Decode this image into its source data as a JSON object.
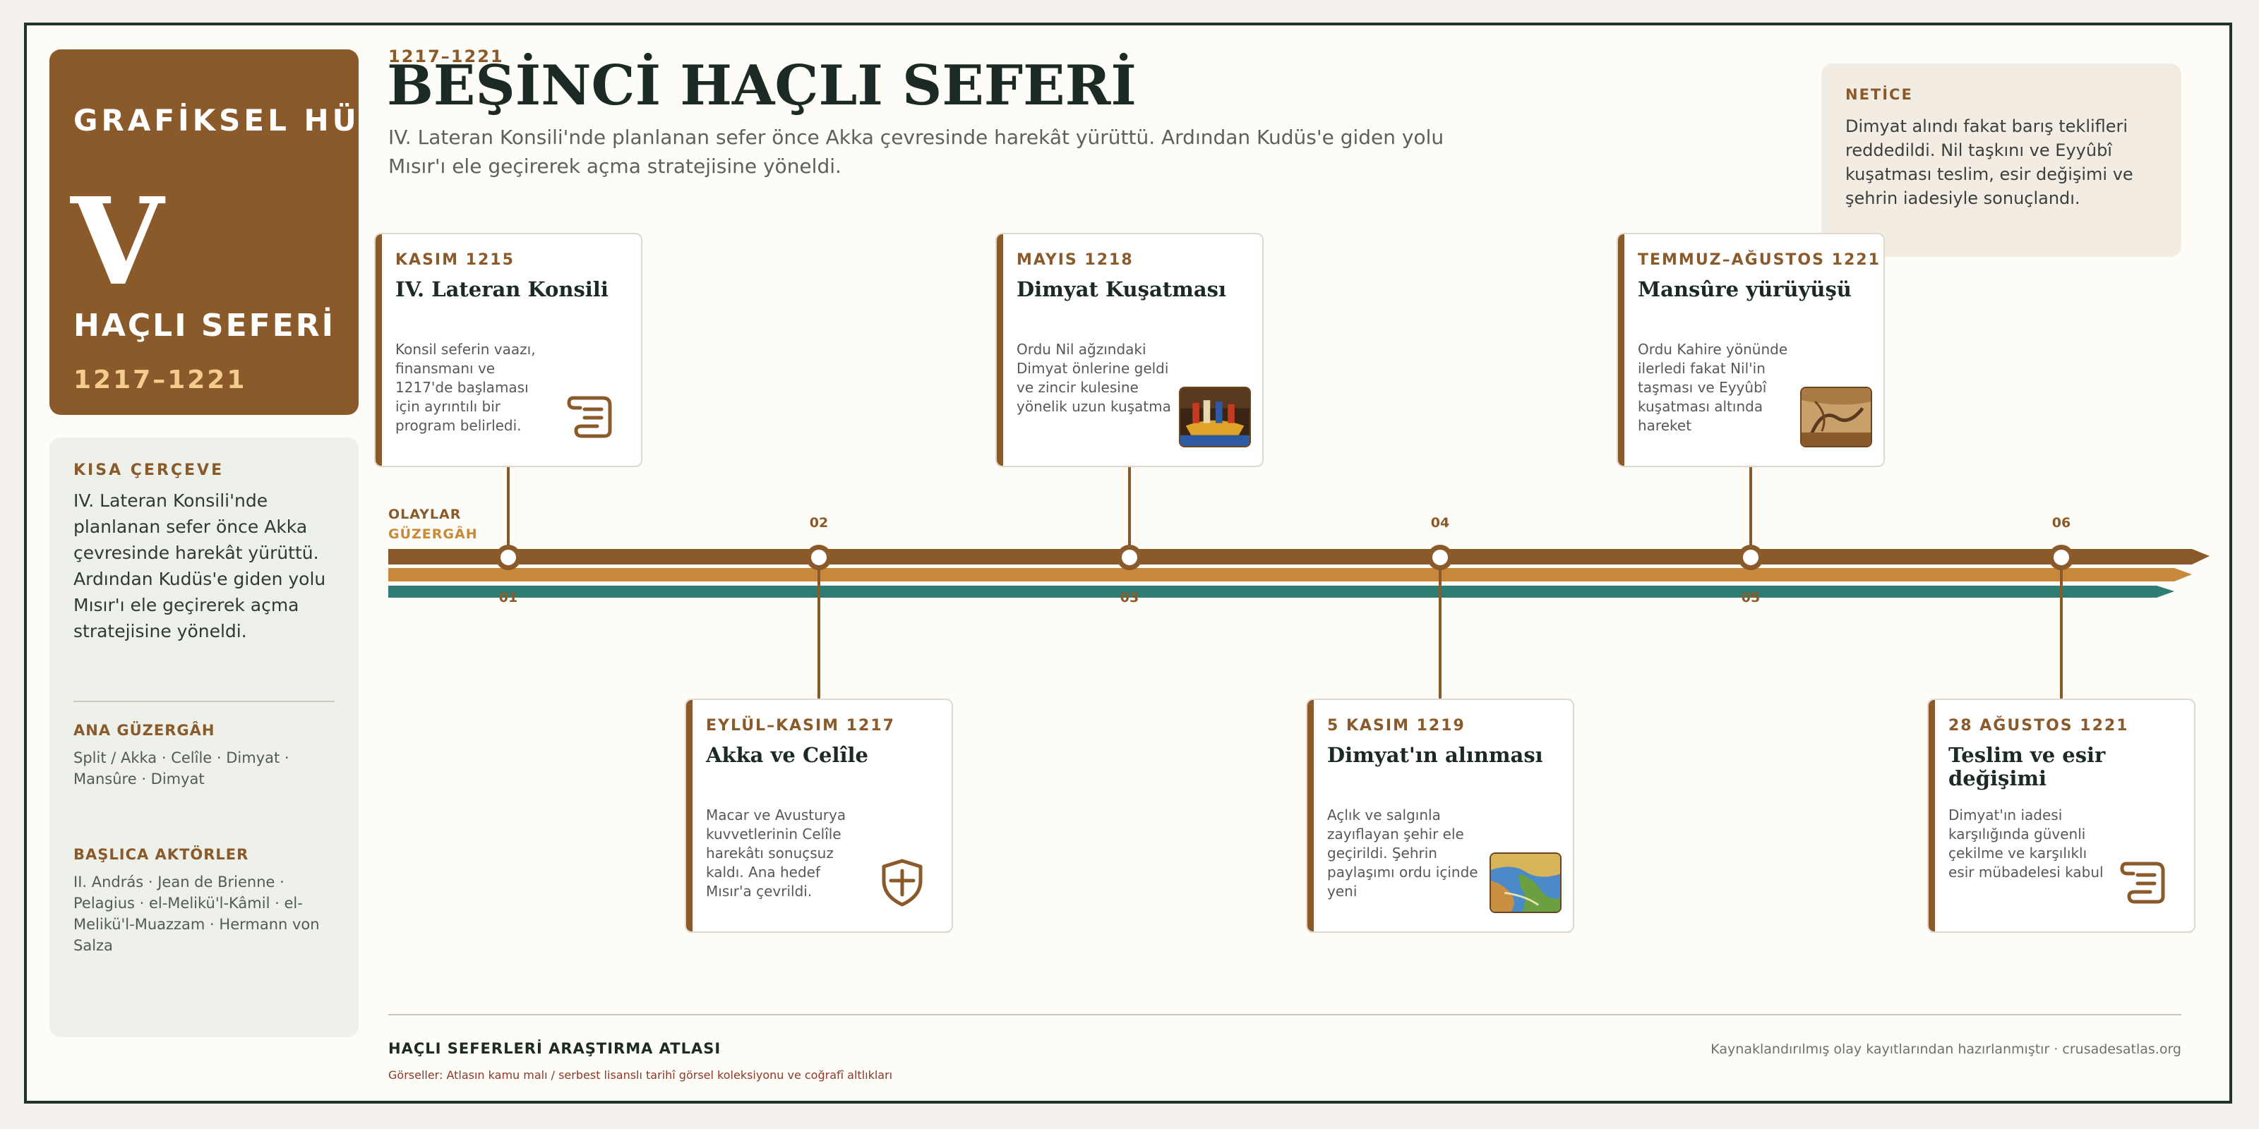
{
  "brand": {
    "kicker": "GRAFİKSEL HÜL",
    "roman": "V",
    "name": "HAÇLI SEFERİ",
    "years": "1217–1221"
  },
  "sidebar": {
    "frame_label": "KISA ÇERÇEVE",
    "frame_text": "IV. Lateran Konsili'nde planlanan sefer önce Akka çevresinde harekât yürüttü. Ardından Kudüs'e giden yolu Mısır'ı ele geçirerek açma stratejisine yöneldi.",
    "route_label": "ANA GÜZERGÂH",
    "route_text": "Split / Akka · Celîle · Dimyat · Mansûre · Dimyat",
    "actors_label": "BAŞLICA AKTÖRLER",
    "actors_text": "II. András · Jean de Brienne · Pelagius · el-Melikü'l-Kâmil · el-Melikü'l-Muazzam · Hermann von Salza"
  },
  "header": {
    "eyebrow": "1217–1221",
    "title": "BEŞİNCİ HAÇLI SEFERİ",
    "subtitle": "IV. Lateran Konsili'nde planlanan sefer önce Akka çevresinde harekât yürüttü. Ardından Kudüs'e giden yolu Mısır'ı ele geçirerek açma stratejisine yöneldi."
  },
  "result": {
    "label": "NETİCE",
    "text": "Dimyat alındı fakat barış teklifleri reddedildi. Nil taşkını ve Eyyûbî kuşatması teslim, esir değişimi ve şehrin iadesiyle sonuçlandı."
  },
  "tracks": {
    "events_label": "OLAYLAR",
    "route_label": "GÜZERGÂH",
    "colors": {
      "events": "#8b5a2b",
      "route": "#c8893a",
      "third": "#2e7d74"
    }
  },
  "nodes": [
    "01",
    "02",
    "03",
    "04",
    "05",
    "06"
  ],
  "events": [
    {
      "date": "KASIM 1215",
      "title": "IV. Lateran Konsili",
      "desc": "Konsil seferin vaazı, finansmanı ve 1217'de başlaması için ayrıntılı bir program belirledi.",
      "icon": "scroll-icon"
    },
    {
      "date": "EYLÜL–KASIM 1217",
      "title": "Akka ve Celîle",
      "desc": "Macar ve Avusturya kuvvetlerinin Celîle harekâtı sonuçsuz kaldı. Ana hedef Mısır'a çevrildi.",
      "icon": "shield-cross-icon"
    },
    {
      "date": "MAYIS 1218",
      "title": "Dimyat Kuşatması",
      "desc": "Ordu Nil ağzındaki Dimyat önlerine geldi ve zincir kulesine yönelik uzun kuşatma",
      "icon": "ship-painting-thumbnail"
    },
    {
      "date": "5 KASIM 1219",
      "title": "Dimyat'ın alınması",
      "desc": "Açlık ve salgınla zayıflayan şehir ele geçirildi. Şehrin paylaşımı ordu içinde yeni",
      "icon": "map-thumbnail"
    },
    {
      "date": "TEMMUZ–AĞUSTOS 1221",
      "title": "Mansûre yürüyüşü",
      "desc": "Ordu Kahire yönünde ilerledi fakat Nil'in taşması ve Eyyûbî kuşatması altında hareket",
      "icon": "manuscript-thumbnail"
    },
    {
      "date": "28 AĞUSTOS 1221",
      "title": "Teslim ve esir değişimi",
      "desc": "Dimyat'ın iadesi karşılığında güvenli çekilme ve karşılıklı esir mübadelesi kabul",
      "icon": "scroll-icon"
    }
  ],
  "footer": {
    "left": "HAÇLI SEFERLERİ ARAŞTIRMA ATLASI",
    "right": "Kaynaklandırılmış olay kayıtlarından hazırlanmıştır · crusadesatlas.org",
    "credit": "Görseller: Atlasın kamu malı / serbest lisanslı tarihî görsel koleksiyonu ve coğrafî altlıkları"
  }
}
